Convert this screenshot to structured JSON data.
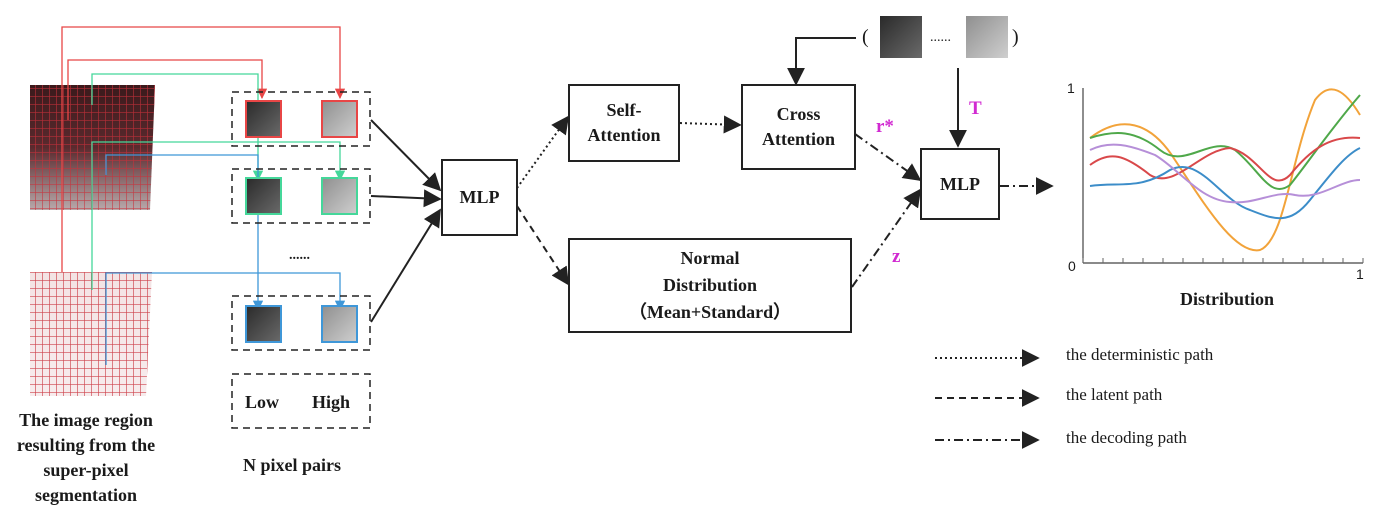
{
  "left": {
    "caption": [
      "The image region",
      "resulting from the",
      "super-pixel",
      "segmentation"
    ]
  },
  "pairs": {
    "dots": "......",
    "low_label": "Low",
    "high_label": "High",
    "caption": "N pixel pairs"
  },
  "mlp1": {
    "label": "MLP"
  },
  "self_attention": {
    "line1": "Self-",
    "line2": "Attention"
  },
  "cross_attention": {
    "line1": "Cross",
    "line2": "Attention"
  },
  "normal_distribution": {
    "line1": "Normal",
    "line2": "Distribution",
    "line3": "（Mean+Standard）"
  },
  "mlp2": {
    "label": "MLP"
  },
  "labels": {
    "r_star": "r*",
    "z": "z",
    "t": "T"
  },
  "target_seq": {
    "open": "(",
    "dots": "......",
    "close": ")"
  },
  "plot": {
    "y_top": "1",
    "origin": "0",
    "x_right": "1",
    "caption": "Distribution",
    "curve_colors": [
      "#f2a33a",
      "#4fa84a",
      "#d9484a",
      "#3c8dc9",
      "#b68fd8"
    ]
  },
  "legend": [
    {
      "label": "the deterministic path",
      "style": "dotted"
    },
    {
      "label": "the latent path",
      "style": "dashed"
    },
    {
      "label": "the decoding path",
      "style": "dashdot"
    }
  ],
  "colors": {
    "red": "#e84646",
    "green": "#45d79a",
    "blue": "#3f97d8"
  }
}
